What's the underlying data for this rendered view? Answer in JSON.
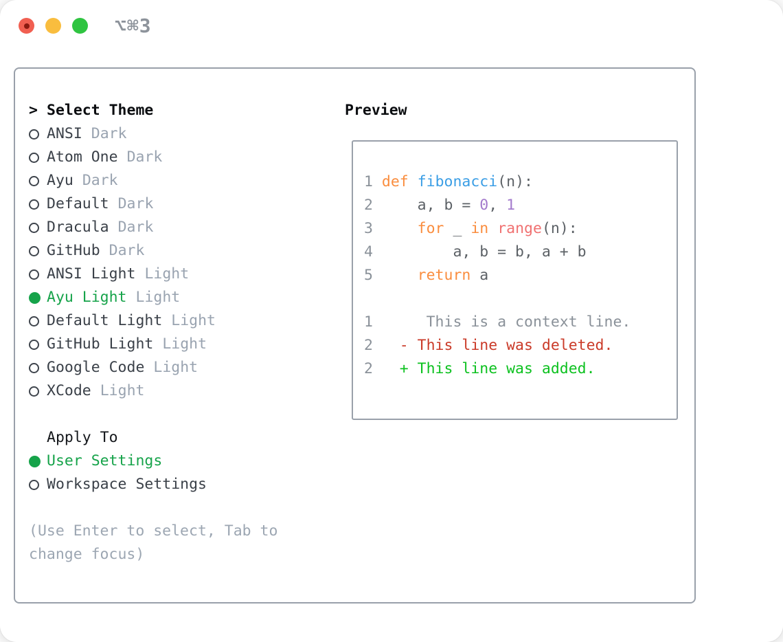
{
  "window": {
    "shortcut": "⌥⌘3"
  },
  "theme_panel": {
    "prompt": ">",
    "title": "Select Theme",
    "items": [
      {
        "name": "ANSI",
        "tag": "Dark",
        "selected": false
      },
      {
        "name": "Atom One",
        "tag": "Dark",
        "selected": false
      },
      {
        "name": "Ayu",
        "tag": "Dark",
        "selected": false
      },
      {
        "name": "Default",
        "tag": "Dark",
        "selected": false
      },
      {
        "name": "Dracula",
        "tag": "Dark",
        "selected": false
      },
      {
        "name": "GitHub",
        "tag": "Dark",
        "selected": false
      },
      {
        "name": "ANSI Light",
        "tag": "Light",
        "selected": false
      },
      {
        "name": "Ayu Light",
        "tag": "Light",
        "selected": true
      },
      {
        "name": "Default Light",
        "tag": "Light",
        "selected": false
      },
      {
        "name": "GitHub Light",
        "tag": "Light",
        "selected": false
      },
      {
        "name": "Google Code",
        "tag": "Light",
        "selected": false
      },
      {
        "name": "XCode",
        "tag": "Light",
        "selected": false
      }
    ],
    "apply_to": {
      "title": "Apply To",
      "options": [
        {
          "name": "User Settings",
          "selected": true
        },
        {
          "name": "Workspace Settings",
          "selected": false
        }
      ]
    },
    "hint_lines": [
      "(Use Enter to select, Tab to",
      "change focus)"
    ]
  },
  "preview": {
    "title": "Preview",
    "code_lines": [
      {
        "num": "1",
        "tokens": [
          {
            "t": "def",
            "c": "kw"
          },
          {
            "t": " "
          },
          {
            "t": "fibonacci",
            "c": "fn"
          },
          {
            "t": "(n):"
          }
        ]
      },
      {
        "num": "2",
        "tokens": [
          {
            "t": "    a, b = "
          },
          {
            "t": "0",
            "c": "num"
          },
          {
            "t": ", "
          },
          {
            "t": "1",
            "c": "num"
          }
        ]
      },
      {
        "num": "3",
        "tokens": [
          {
            "t": "    "
          },
          {
            "t": "for",
            "c": "kw"
          },
          {
            "t": " _ "
          },
          {
            "t": "in",
            "c": "kw"
          },
          {
            "t": " "
          },
          {
            "t": "range",
            "c": "special"
          },
          {
            "t": "(n):"
          }
        ]
      },
      {
        "num": "4",
        "tokens": [
          {
            "t": "        a, b = b, a + b"
          }
        ]
      },
      {
        "num": "5",
        "tokens": [
          {
            "t": "    "
          },
          {
            "t": "return",
            "c": "kw"
          },
          {
            "t": " a"
          }
        ]
      }
    ],
    "diff_lines": [
      {
        "num": "1",
        "content": "      This is a context line.",
        "kind": "context"
      },
      {
        "num": "2",
        "content": "   - This line was deleted.",
        "kind": "deleted"
      },
      {
        "num": "2",
        "content": "   + This line was added.",
        "kind": "added"
      }
    ]
  },
  "colors": {
    "selection_green": "#16A34A",
    "added_green": "#0CC11F",
    "deleted_red": "#CA3A28",
    "keyword_orange": "#FA8D3E",
    "function_blue": "#3B9EE5",
    "number_purple": "#A37ACC",
    "builtin_coral": "#F07171",
    "code_fg": "#5C6166",
    "linenum_gray": "#8A9199",
    "context_gray": "#8A9199",
    "item_fg": "#3A4048",
    "tag_gray": "#99A3B0",
    "heading_black": "#0B0D10",
    "hint_gray": "#9CA6B2",
    "border_gray": "#99A0AA",
    "titlebar_gray": "#8D939B",
    "close_red": "#F15F51",
    "minimize_yellow": "#F9BD3E",
    "zoom_green": "#2FC441",
    "close_dot": "#8B1A10"
  }
}
